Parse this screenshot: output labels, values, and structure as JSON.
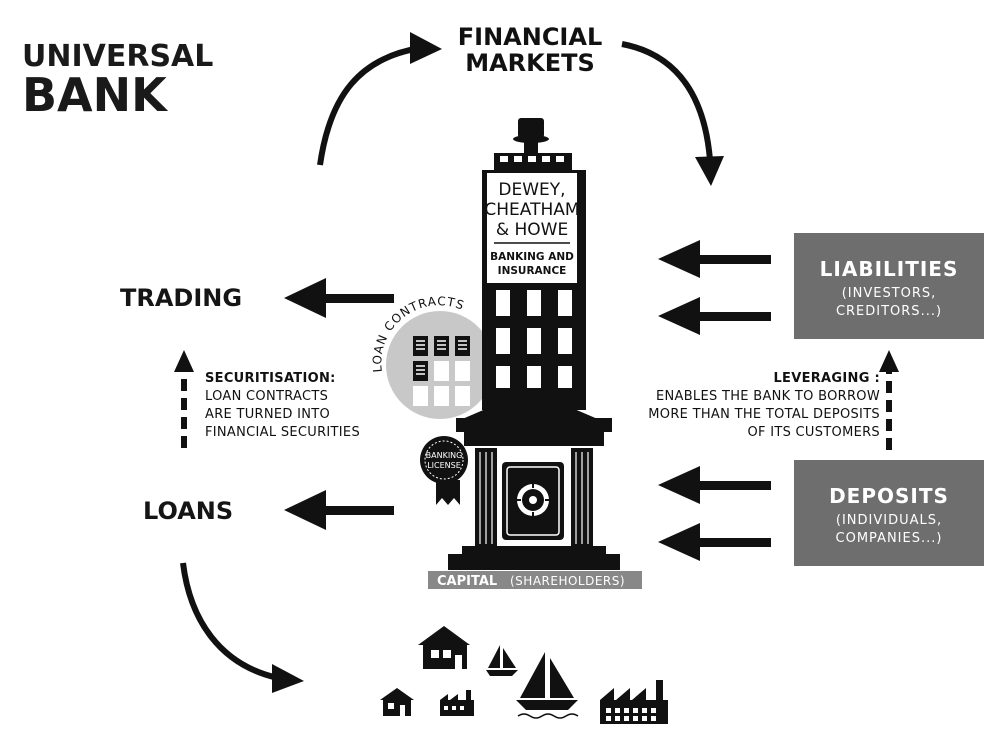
{
  "title": {
    "line1": "UNIVERSAL",
    "line2": "BANK"
  },
  "financial_markets": {
    "line1": "FINANCIAL",
    "line2": "MARKETS"
  },
  "trading": "TRADING",
  "loans": "LOANS",
  "securitisation": {
    "heading": "SECURITISATION:",
    "line1": "LOAN CONTRACTS",
    "line2": "ARE TURNED INTO",
    "line3": "FINANCIAL SECURITIES"
  },
  "leveraging": {
    "heading": "LEVERAGING :",
    "line1": "ENABLES THE BANK TO BORROW",
    "line2": "MORE THAN THE TOTAL DEPOSITS",
    "line3": "OF ITS CUSTOMERS"
  },
  "liabilities": {
    "heading": "LIABILITIES",
    "line1": "(INVESTORS,",
    "line2": "CREDITORS...)"
  },
  "deposits": {
    "heading": "DEPOSITS",
    "line1": "(INDIVIDUALS,",
    "line2": "COMPANIES...)"
  },
  "bank_sign": {
    "line1": "DEWEY,",
    "line2": "CHEATHAM",
    "line3": "& HOWE",
    "sub1": "BANKING AND",
    "sub2": "INSURANCE"
  },
  "loan_contracts_label": "LOAN CONTRACTS",
  "banking_license": {
    "line1": "BANKING",
    "line2": "LICENSE"
  },
  "capital": {
    "label": "CAPITAL",
    "sub": "(SHAREHOLDERS)"
  },
  "colors": {
    "ink": "#111111",
    "box_gray": "#6e6e6e",
    "light_gray": "#c8c8c8",
    "white": "#ffffff"
  },
  "icons": [
    "house-icon",
    "sailboat-icon",
    "factory-icon"
  ]
}
